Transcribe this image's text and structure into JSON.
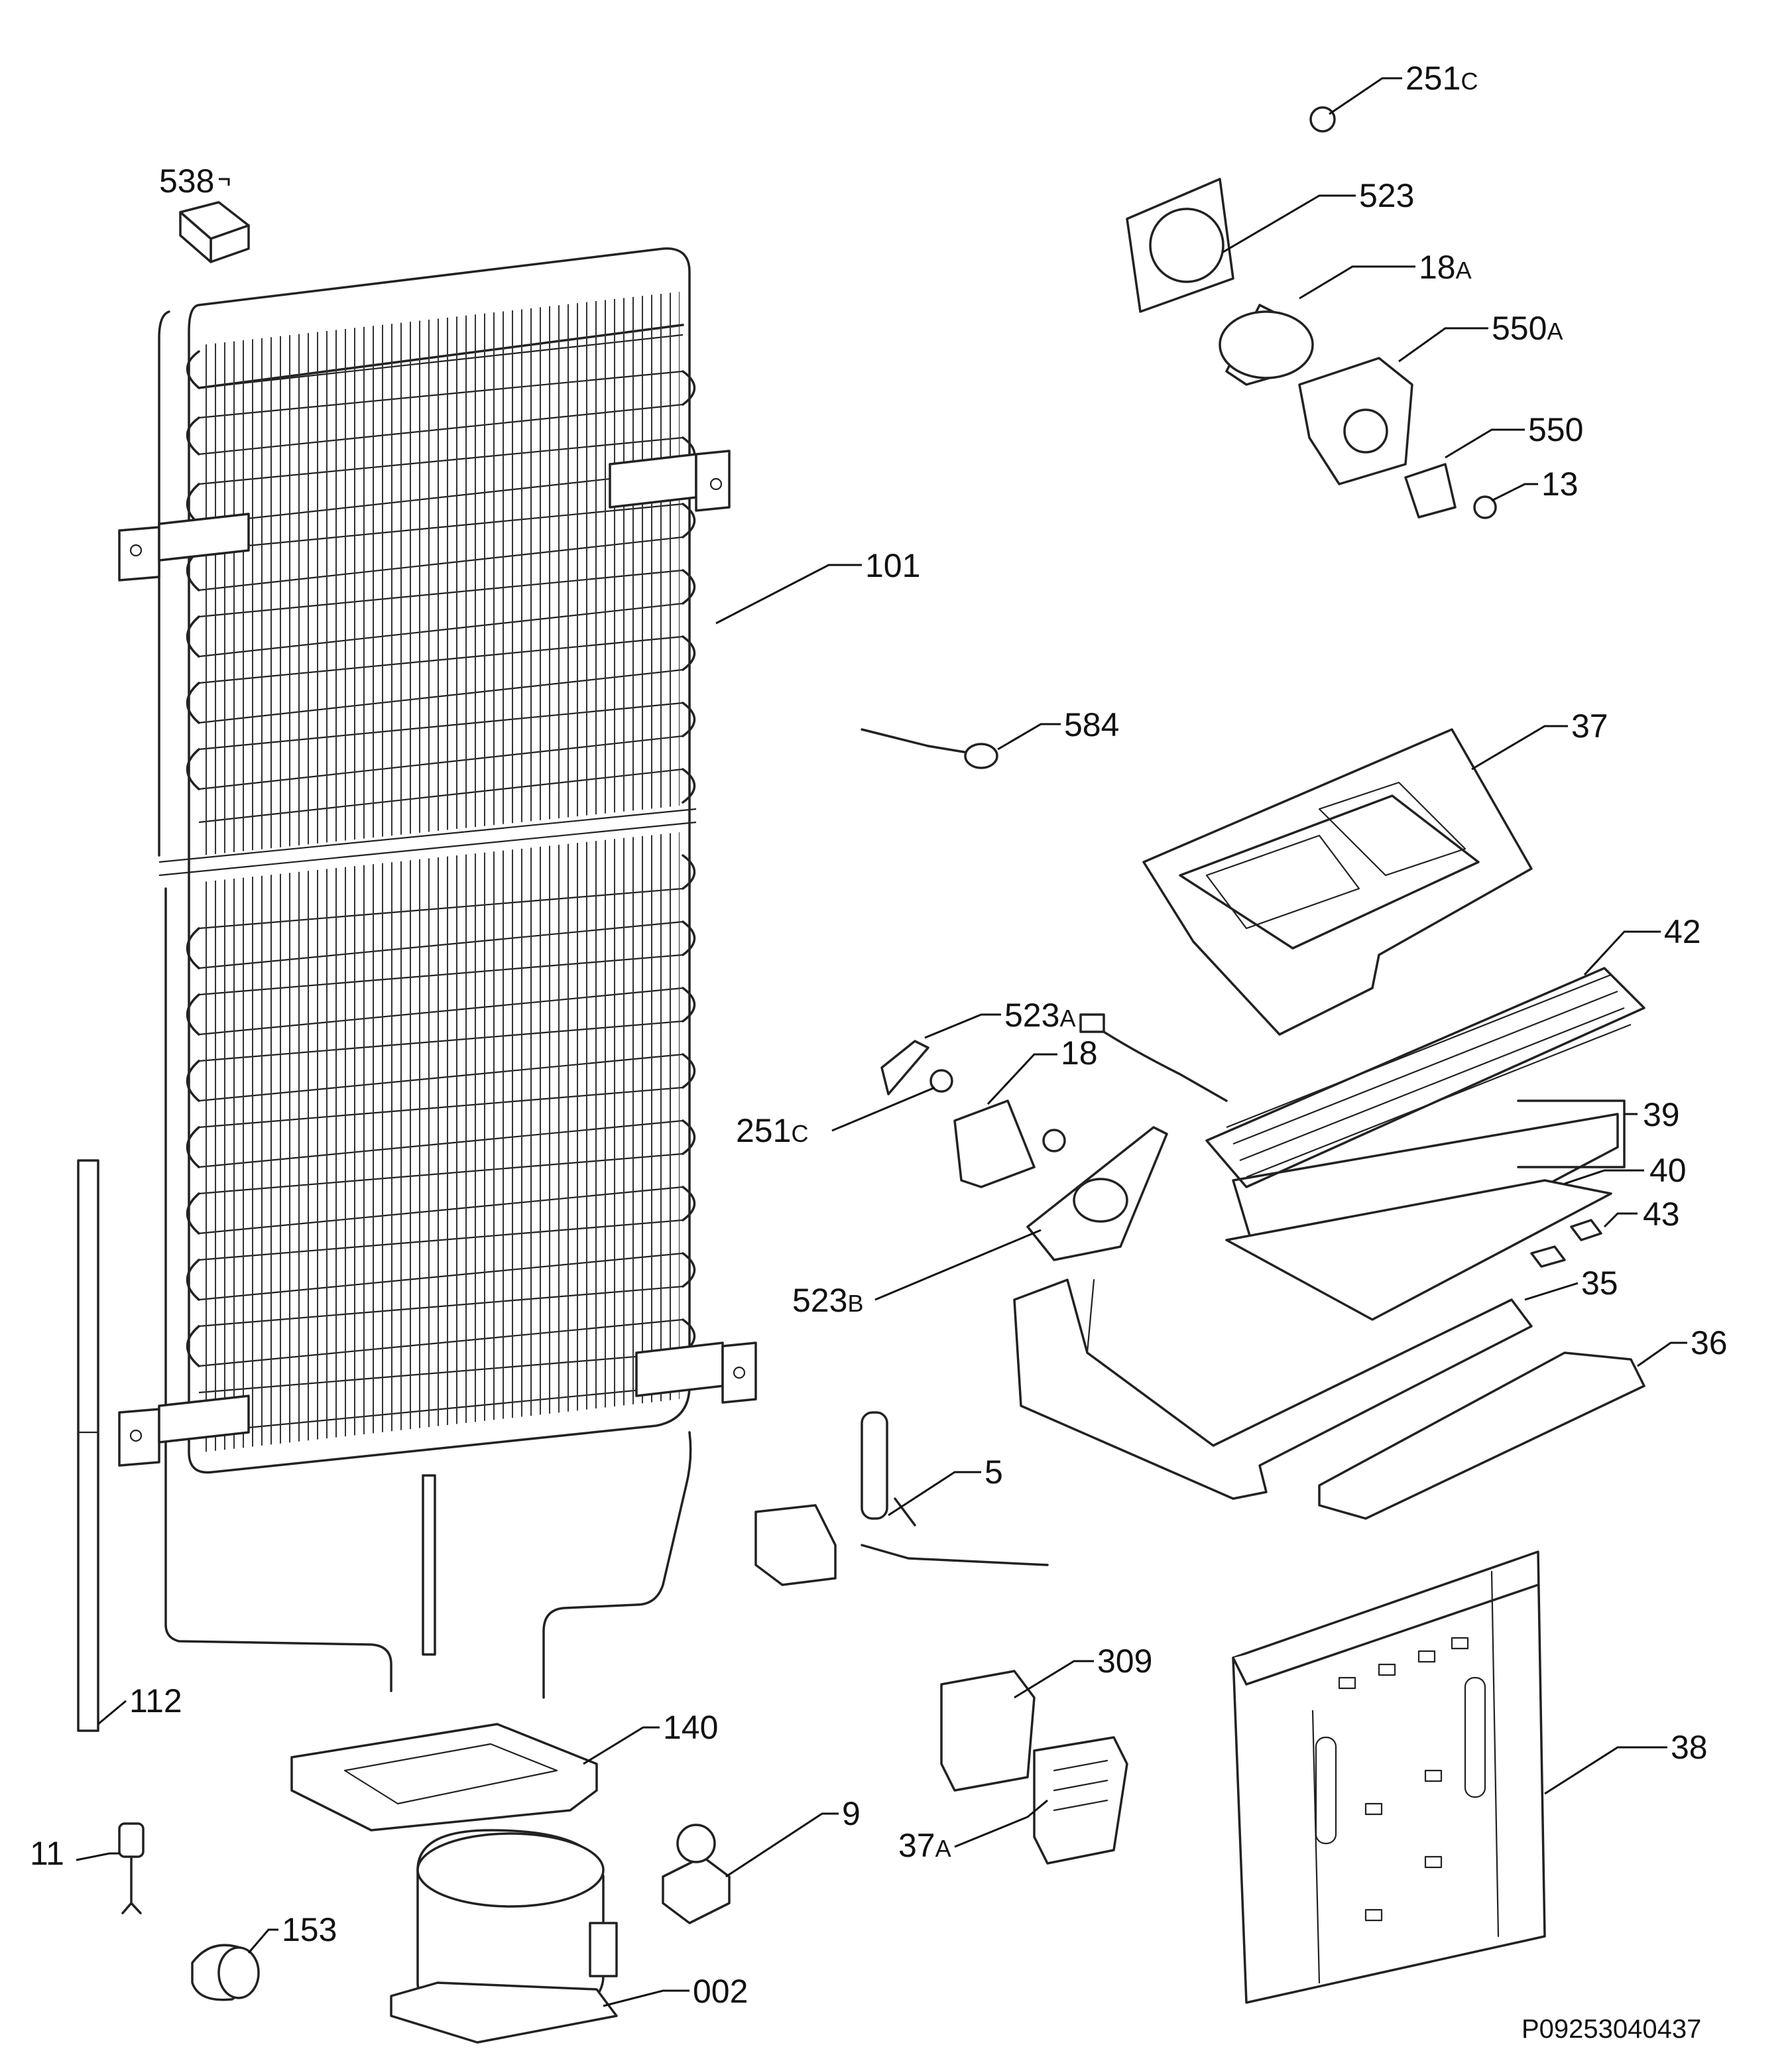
{
  "drawing_code": "P09253040437",
  "callouts": [
    {
      "id": "c-251c-top",
      "num": "251",
      "suffix": "C"
    },
    {
      "id": "c-523",
      "num": "523",
      "suffix": ""
    },
    {
      "id": "c-18a",
      "num": "18",
      "suffix": "A"
    },
    {
      "id": "c-550a",
      "num": "550",
      "suffix": "A"
    },
    {
      "id": "c-550",
      "num": "550",
      "suffix": ""
    },
    {
      "id": "c-13",
      "num": "13",
      "suffix": ""
    },
    {
      "id": "c-538",
      "num": "538",
      "suffix": ""
    },
    {
      "id": "c-101",
      "num": "101",
      "suffix": ""
    },
    {
      "id": "c-584",
      "num": "584",
      "suffix": ""
    },
    {
      "id": "c-37",
      "num": "37",
      "suffix": ""
    },
    {
      "id": "c-42",
      "num": "42",
      "suffix": ""
    },
    {
      "id": "c-523a",
      "num": "523",
      "suffix": "A"
    },
    {
      "id": "c-18",
      "num": "18",
      "suffix": ""
    },
    {
      "id": "c-251c-mid",
      "num": "251",
      "suffix": "C"
    },
    {
      "id": "c-39",
      "num": "39",
      "suffix": ""
    },
    {
      "id": "c-40",
      "num": "40",
      "suffix": ""
    },
    {
      "id": "c-43",
      "num": "43",
      "suffix": ""
    },
    {
      "id": "c-523b",
      "num": "523",
      "suffix": "B"
    },
    {
      "id": "c-35",
      "num": "35",
      "suffix": ""
    },
    {
      "id": "c-36",
      "num": "36",
      "suffix": ""
    },
    {
      "id": "c-5",
      "num": "5",
      "suffix": ""
    },
    {
      "id": "c-309",
      "num": "309",
      "suffix": ""
    },
    {
      "id": "c-112",
      "num": "112",
      "suffix": ""
    },
    {
      "id": "c-140",
      "num": "140",
      "suffix": ""
    },
    {
      "id": "c-38",
      "num": "38",
      "suffix": ""
    },
    {
      "id": "c-9",
      "num": "9",
      "suffix": ""
    },
    {
      "id": "c-37a",
      "num": "37",
      "suffix": "A"
    },
    {
      "id": "c-11",
      "num": "11",
      "suffix": ""
    },
    {
      "id": "c-153",
      "num": "153",
      "suffix": ""
    },
    {
      "id": "c-002",
      "num": "002",
      "suffix": ""
    }
  ]
}
